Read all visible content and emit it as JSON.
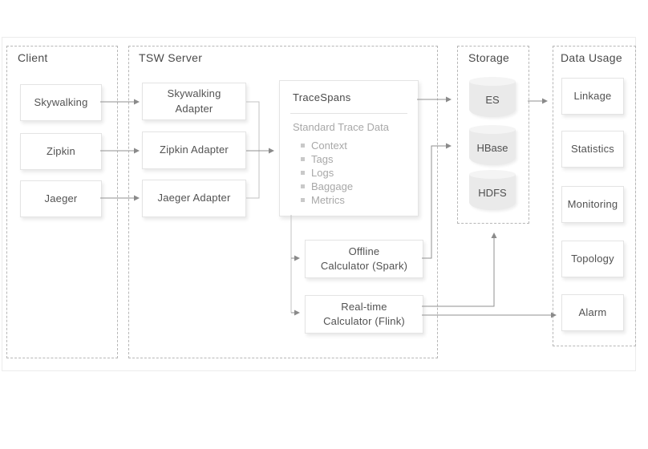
{
  "diagram": {
    "client": {
      "title": "Client",
      "items": [
        "Skywalking",
        "Zipkin",
        "Jaeger"
      ]
    },
    "tsw": {
      "title": "TSW Server",
      "adapters": [
        "Skywalking Adapter",
        "Zipkin Adapter",
        "Jaeger Adapter"
      ],
      "trace_spans": {
        "title": "TraceSpans",
        "subtitle": "Standard Trace Data",
        "fields": [
          "Context",
          "Tags",
          "Logs",
          "Baggage",
          "Metrics"
        ]
      },
      "offline_calculator": {
        "line1": "Offline",
        "line2": "Calculator (Spark)"
      },
      "realtime_calculator": {
        "line1": "Real-time",
        "line2": "Calculator (Flink)"
      }
    },
    "storage": {
      "title": "Storage",
      "databases": [
        "ES",
        "HBase",
        "HDFS"
      ]
    },
    "usage": {
      "title": "Data Usage",
      "items": [
        "Linkage",
        "Statistics",
        "Monitoring",
        "Topology",
        "Alarm"
      ]
    }
  },
  "colors": {
    "dashed_border": "#b7b7b7",
    "box_border": "#e4e4e4",
    "connector": "#919191",
    "label_text": "#4f4f4f",
    "muted_text": "#a8a8a8",
    "cylinder_fill": "#eaeaea"
  }
}
